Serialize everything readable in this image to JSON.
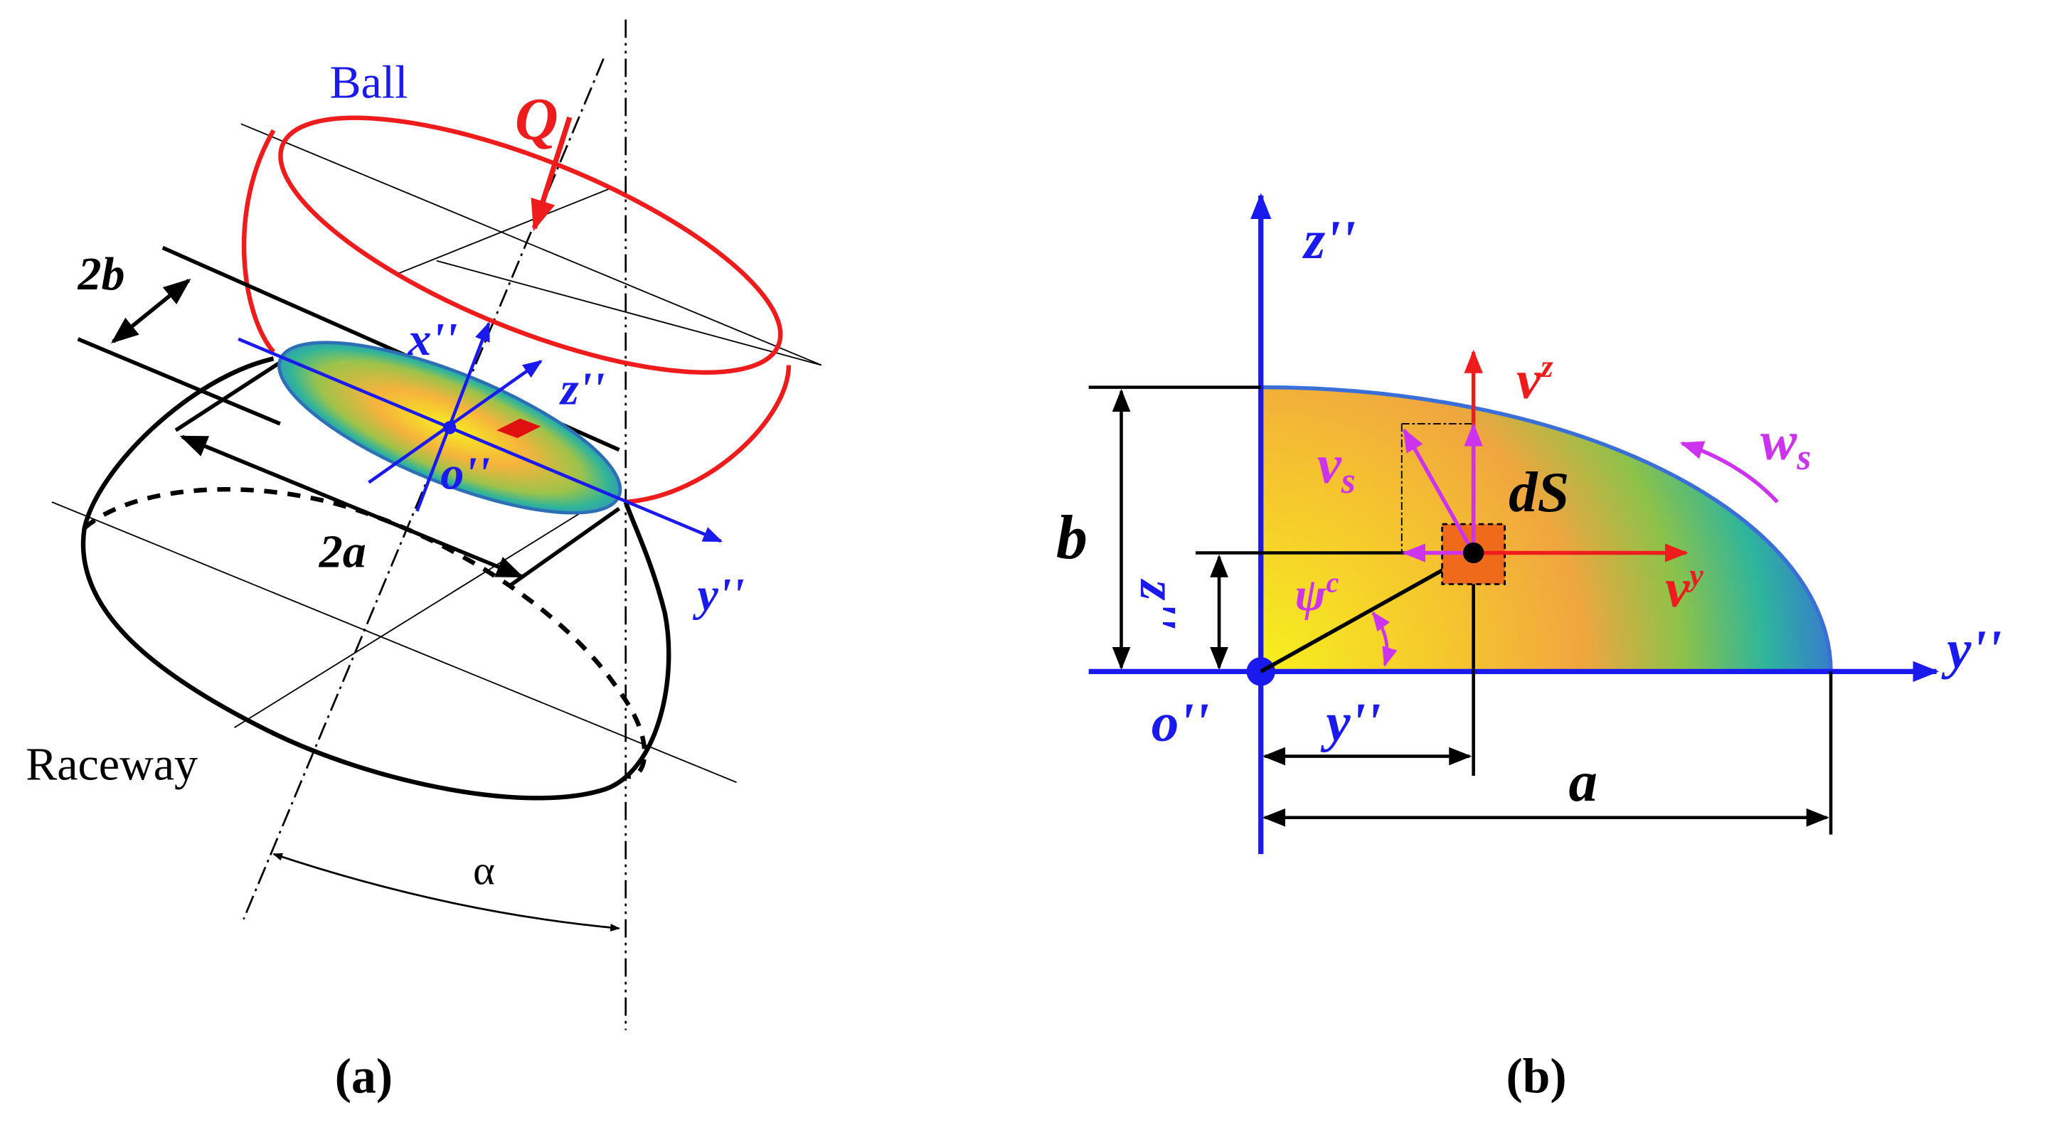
{
  "panel_a": {
    "caption": "(a)",
    "ball_label": "Ball",
    "load_label": "Q",
    "raceway_label": "Raceway",
    "width_label": "2b",
    "length_label": "2a",
    "axis_x": "x''",
    "axis_y": "y''",
    "axis_z": "z''",
    "origin": "o''",
    "angle_label": "α"
  },
  "panel_b": {
    "caption": "(b)",
    "axis_z": "z''",
    "axis_y": "y''",
    "origin": "o''",
    "semi_minor": "b",
    "semi_major": "a",
    "coord_y": "y''",
    "coord_z": "z''",
    "element_label": "dS",
    "angle_label": "ψ",
    "angle_sup": "c",
    "vel_z": "v",
    "vel_z_sup": "z",
    "vel_y": "v",
    "vel_y_sup": "y",
    "slide_vel": "v",
    "slide_vel_sub": "s",
    "spin_vel": "w",
    "spin_vel_sub": "s"
  },
  "colors": {
    "ball": "#ee1c1c",
    "axis": "#1a1aee",
    "velocity": "#ee1c1c",
    "sliding": "#cc33ee",
    "ink": "#000000"
  }
}
